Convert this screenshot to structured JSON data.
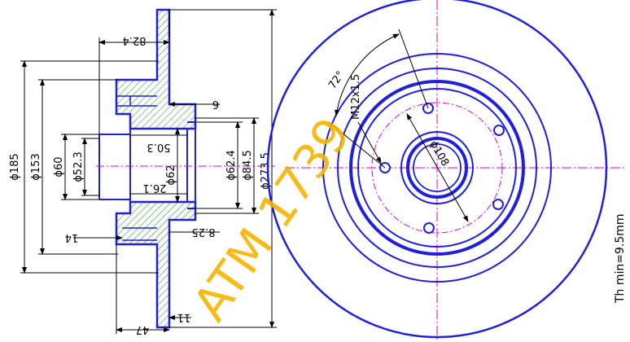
{
  "drawing": {
    "watermark": "ATM 1739",
    "min_thickness": "Th min=9.5mm"
  },
  "section_dims": {
    "d185": "ϕ185",
    "d153": "ϕ153",
    "d60": "ϕ60",
    "d52_3": "ϕ52.3",
    "d62": "ϕ62",
    "d62_4": "ϕ62.4",
    "d84_5": "ϕ84.5",
    "d273_5": "ϕ273.5",
    "l82_4": "82.4",
    "l6": "6",
    "l50_3": "50.3",
    "l26_1": "26.1",
    "l8_25": "8.25",
    "l14": "14",
    "l47": "47",
    "l11": "11"
  },
  "face_dims": {
    "angle": "72°",
    "thread": "M12x1.5",
    "pcd": "ϕ108"
  },
  "colors": {
    "outline": "#1f1fdc",
    "dimension": "#000000",
    "centerline": "#e000e0",
    "hatch": "#1a8a1a",
    "watermark": "#f4b400"
  }
}
